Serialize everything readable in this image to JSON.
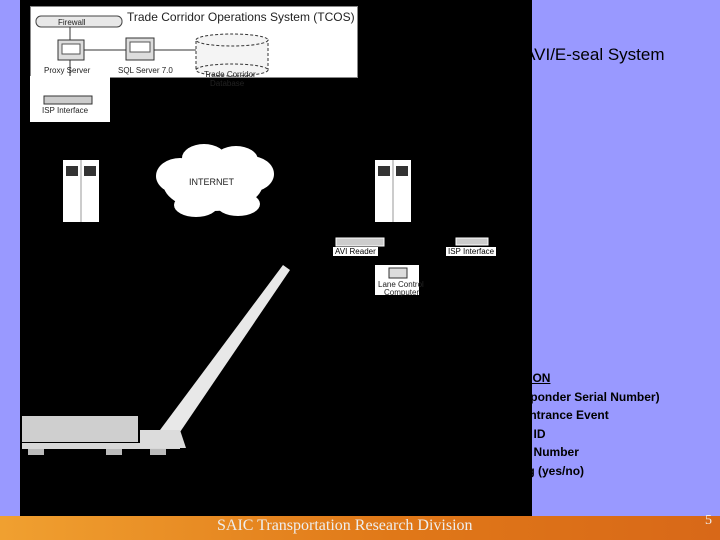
{
  "slide": {
    "title": "The “Trans.Corridor” AVI/E-seal System",
    "footer": "SAIC Transportation Research Division",
    "page_number": "5"
  },
  "diagram": {
    "tcos_title": "Trade Corridor Operations System (TCOS)",
    "firewall": "Firewall",
    "proxy_server": "Proxy Server",
    "sql_server": "SQL Server 7.0",
    "db_line1": "Trade Corridor",
    "db_line2": "Database",
    "isp_interface": "ISP Interface",
    "internet": "INTERNET",
    "avi_reader": "AVI Reader",
    "isp_interface_right": "ISP Interface",
    "lane_computer_line1": "Lane Control",
    "lane_computer_line2": "Computer"
  },
  "user_info": {
    "heading": "USER INFORMATION",
    "items": [
      "Vehicle ID (Transponder Serial Number)",
      "Date & Time of Entrance Event",
      "Shipping Facility ID",
      "Container E-Seal Number",
      "E-Seal Tampering (yes/no)"
    ]
  }
}
